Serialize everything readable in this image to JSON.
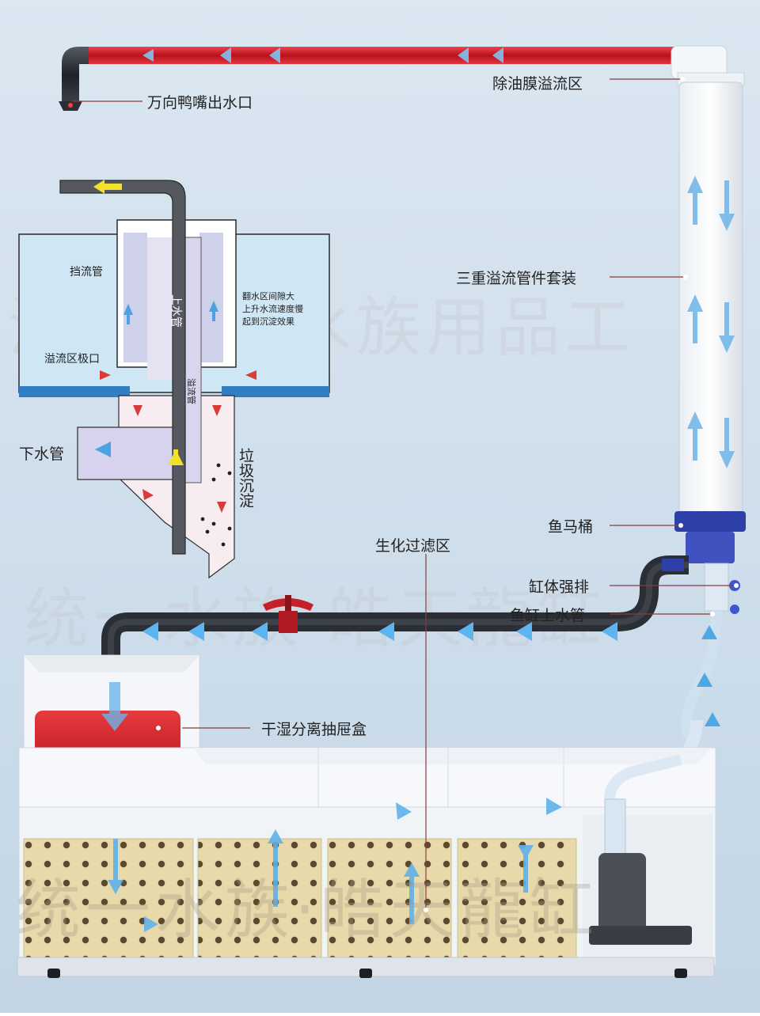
{
  "labels": {
    "outlet": "万向鸭嘴出水口",
    "skimmer_zone": "除油膜溢流区",
    "triple_overflow": "三重溢流管件套装",
    "toilet": "鱼马桶",
    "strong_drain": "缸体强排",
    "return_pipe": "鱼缸上水管",
    "bio_zone": "生化过滤区",
    "drawer": "干湿分离抽屉盒"
  },
  "inset": {
    "baffle_pipe": "挡流管",
    "overflow_slot": "溢流区极口",
    "drain_pipe": "下水管",
    "up_pipe": "上水管",
    "overflow_pipe": "溢流管",
    "note_line1": "翻水区间隙大",
    "note_line2": "上升水流速度慢",
    "note_line3": "起到沉淀效果",
    "sediment": "垃圾沉淀"
  },
  "watermarks": {
    "top": "滑早统一水族用品工",
    "middle": "统一水族·皓天龍缸",
    "bottom": "统一水族·皓天龍缸"
  },
  "colors": {
    "background": "#cfe0ec",
    "hot_pipe": "#d2202c",
    "dark_pipe": "#2c2f36",
    "flow_arrow": "#4aa3e0",
    "media_block": "#e8d9a8",
    "drawer_tank": "#d8232a"
  }
}
